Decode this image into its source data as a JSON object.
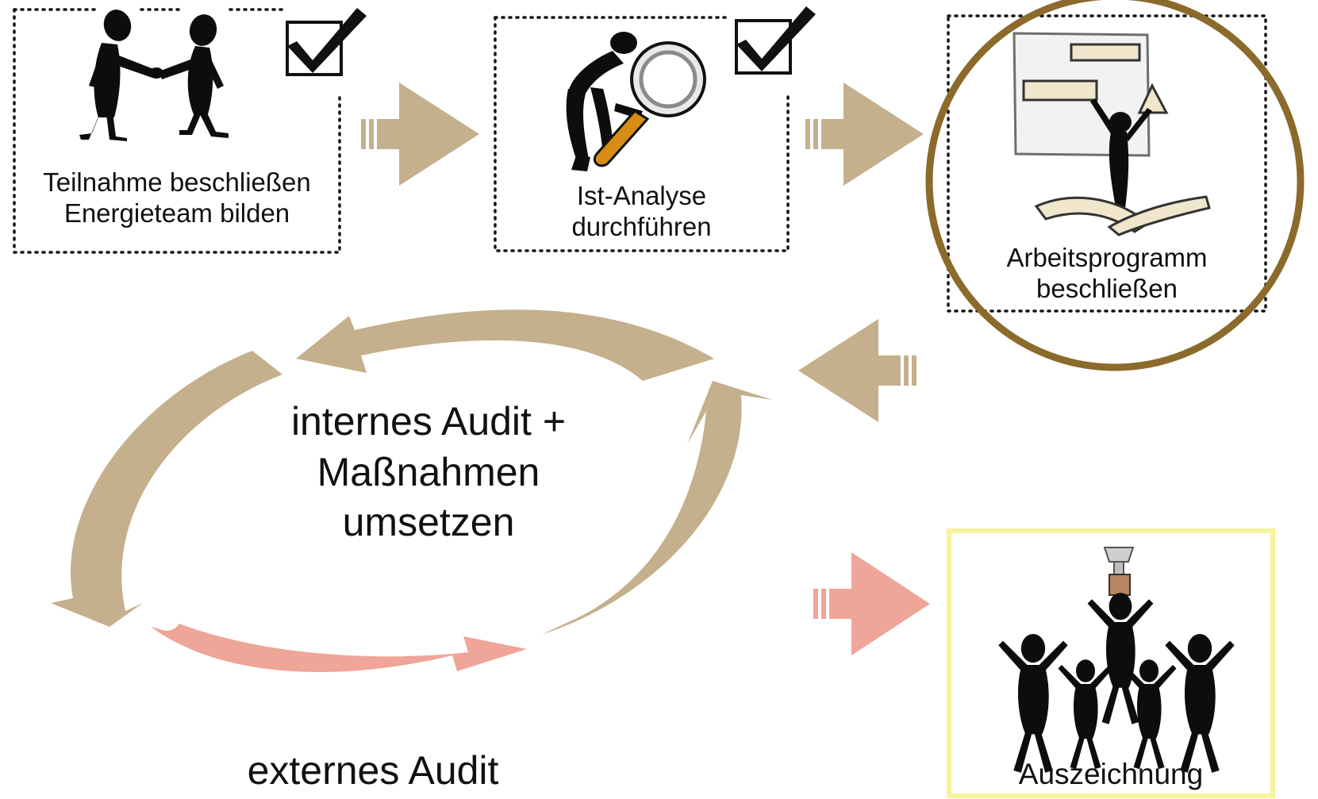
{
  "steps": [
    {
      "id": "teilnahme",
      "line1": "Teilnahme beschließen",
      "line2": "Energieteam bilden",
      "checked": true,
      "icon": "handshake-icon"
    },
    {
      "id": "ist-analyse",
      "line1": "Ist-Analyse",
      "line2": "durchführen",
      "checked": true,
      "icon": "magnifier-icon"
    },
    {
      "id": "arbeitsprogramm",
      "line1": "Arbeitsprogramm",
      "line2": "beschließen",
      "checked": false,
      "highlighted": true,
      "icon": "presentation-board-icon"
    }
  ],
  "cycle": {
    "line1": "internes Audit +",
    "line2": "Maßnahmen",
    "line3": "umsetzen"
  },
  "external_audit": "externes Audit",
  "award": {
    "label": "Auszeichnung",
    "icon": "celebrating-team-trophy-icon"
  },
  "colors": {
    "flow_arrow": "#c4b08c",
    "external_arrow": "#efa597",
    "highlight_circle": "#8b6a2b",
    "award_frame": "#f6f39a",
    "magnifier_handle": "#d88c14"
  }
}
